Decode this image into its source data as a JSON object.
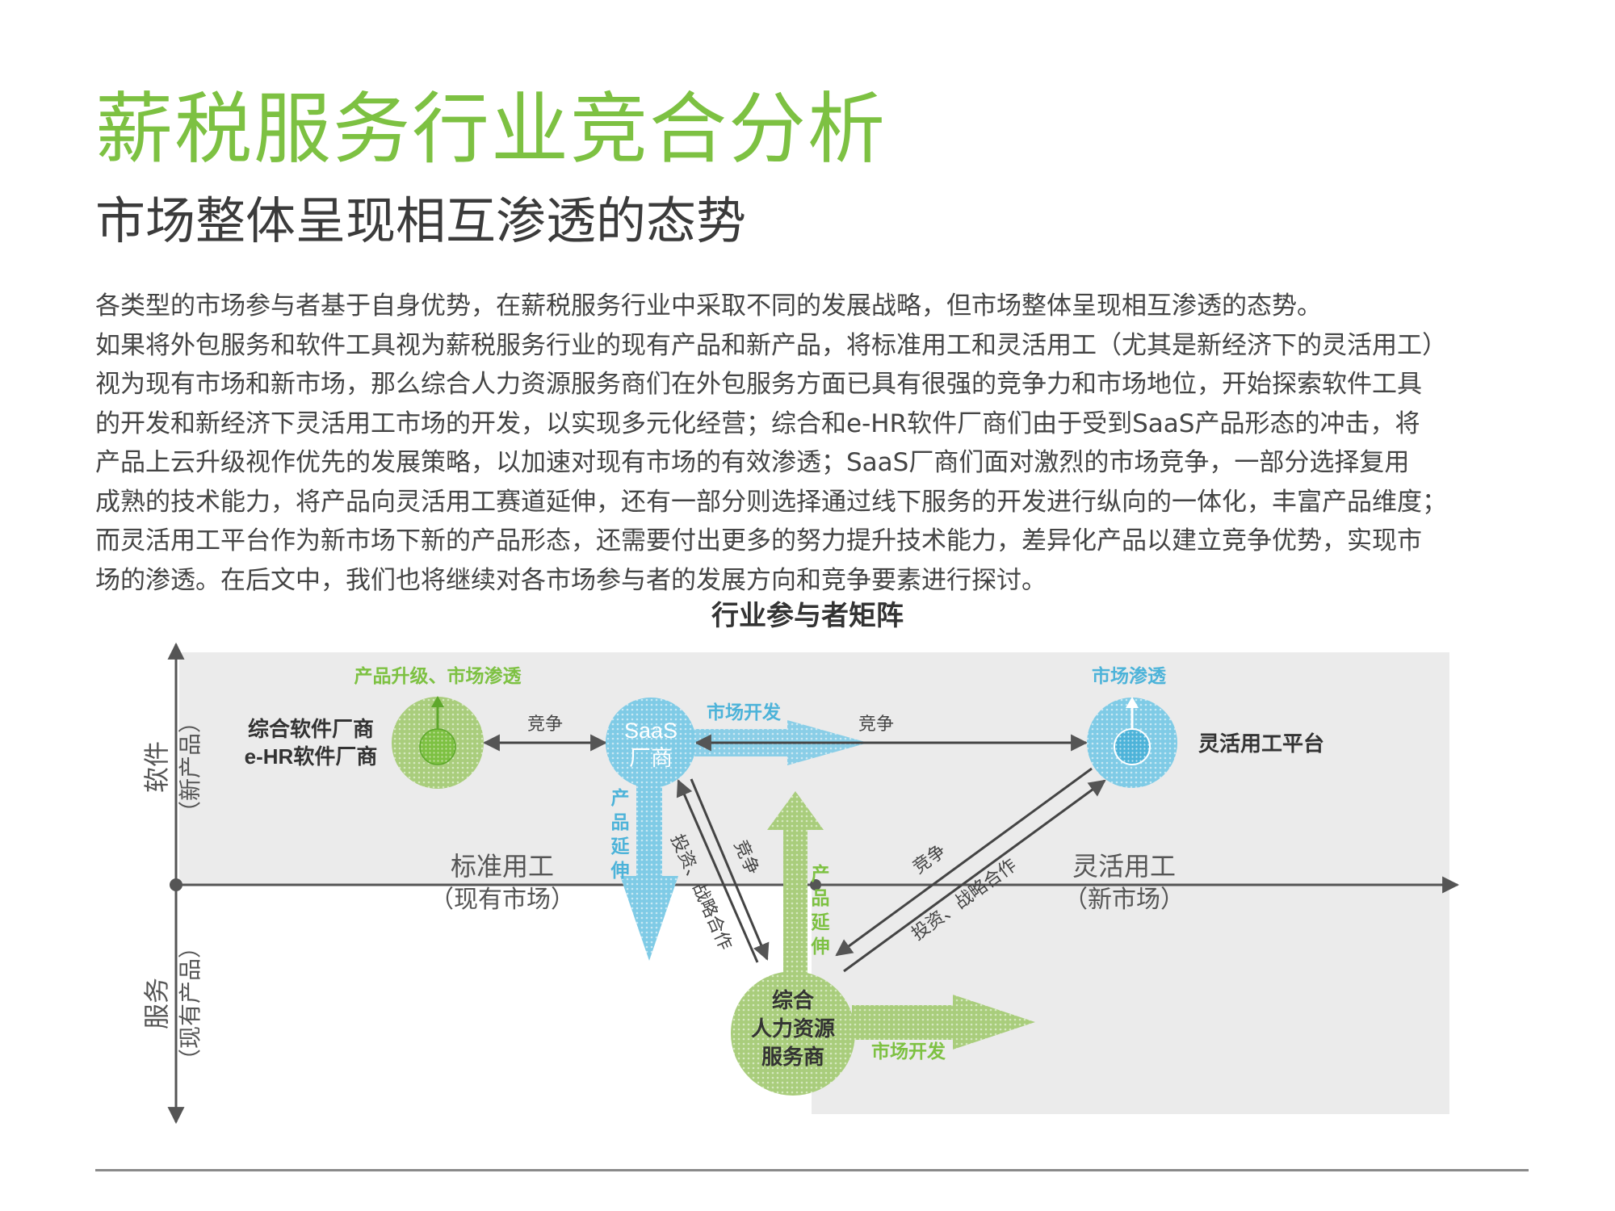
{
  "page": {
    "title": "薪税服务行业竞合分析",
    "subtitle": "市场整体呈现相互渗透的态势",
    "paragraph_lines": [
      "各类型的市场参与者基于自身优势，在薪税服务行业中采取不同的发展战略，但市场整体呈现相互渗透的态势。",
      "如果将外包服务和软件工具视为薪税服务行业的现有产品和新产品，将标准用工和灵活用工（尤其是新经济下的灵活用工）",
      "视为现有市场和新市场，那么综合人力资源服务商们在外包服务方面已具有很强的竞争力和市场地位，开始探索软件工具",
      "的开发和新经济下灵活用工市场的开发，以实现多元化经营；综合和e-HR软件厂商们由于受到SaaS产品形态的冲击，将",
      "产品上云升级视作优先的发展策略，以加速对现有市场的有效渗透；SaaS厂商们面对激烈的市场竞争，一部分选择复用",
      "成熟的技术能力，将产品向灵活用工赛道延伸，还有一部分则选择通过线下服务的开发进行纵向的一体化，丰富产品维度；",
      "而灵活用工平台作为新市场下新的产品形态，还需要付出更多的努力提升技术能力，差异化产品以建立竞争优势，实现市",
      "场的渗透。在后文中，我们也将继续对各市场参与者的发展方向和竞争要素进行探讨。"
    ]
  },
  "diagram": {
    "title": "行业参与者矩阵",
    "axes": {
      "y_top": [
        "软件",
        "（新产品）"
      ],
      "y_bottom": [
        "服务",
        "（现有产品）"
      ],
      "x_left": [
        "标准用工",
        "（现有市场）"
      ],
      "x_right": [
        "灵活用工",
        "（新市场）"
      ]
    },
    "nodes": {
      "software_vendor": [
        "综合软件厂商",
        "e-HR软件厂商"
      ],
      "saas": [
        "SaaS",
        "厂商"
      ],
      "flex_platform": "灵活用工平台",
      "hr_service": [
        "综合",
        "人力资源",
        "服务商"
      ]
    },
    "labels": {
      "upgrade_penetrate": "产品升级、市场渗透",
      "market_penetrate": "市场渗透",
      "market_dev_saas": "市场开发",
      "market_dev_hr": "市场开发",
      "compete_1": "竞争",
      "compete_2": "竞争",
      "compete_3": "竞争",
      "compete_4": "竞争",
      "product_ext_saas": [
        "产",
        "品",
        "延",
        "伸"
      ],
      "product_ext_hr": [
        "产",
        "品",
        "延",
        "伸"
      ],
      "invest_1": "投资、战略合作",
      "invest_2": "投资、战略合作"
    },
    "colors": {
      "green": "#7dc142",
      "light_green": "#a9cd7c",
      "blue": "#4db3d9",
      "light_blue": "#7fcbe6",
      "quad_shade": "#ebebeb",
      "axis": "#555555"
    }
  }
}
